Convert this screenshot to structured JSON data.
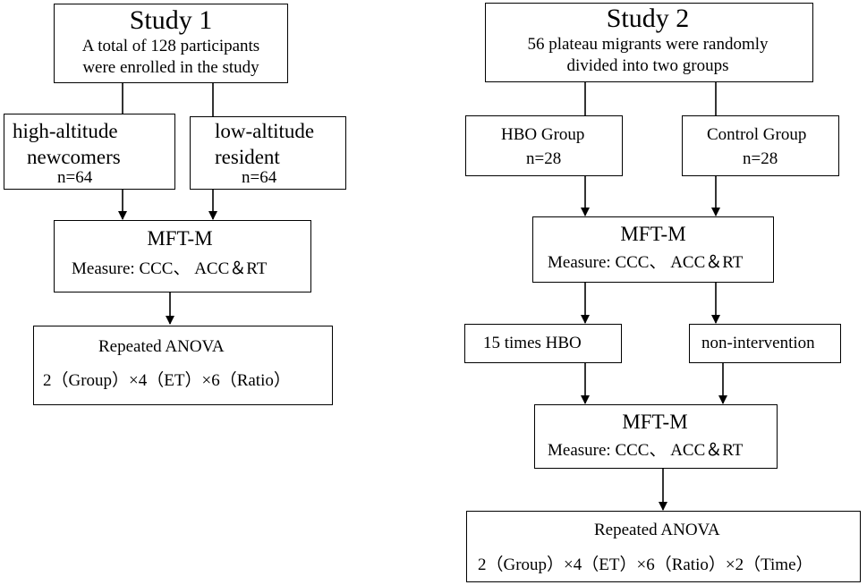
{
  "study1": {
    "title": "Study 1",
    "intro_line1": "A total of 128 participants",
    "intro_line2": "were enrolled in the study",
    "group_a_line1": "high-altitude",
    "group_a_line2": "newcomers",
    "group_a_n": "n=64",
    "group_b_line1": "low-altitude",
    "group_b_line2": "resident",
    "group_b_n": "n=64",
    "mft_title": "MFT-M",
    "mft_measure": "Measure: CCC、 ACC＆RT",
    "anova_title": "Repeated ANOVA",
    "anova_design": "2（Group）×4（ET）×6（Ratio）"
  },
  "study2": {
    "title": "Study 2",
    "intro_line1": "56 plateau migrants were randomly",
    "intro_line2": "divided into two groups",
    "group_a_label": "HBO Group",
    "group_a_n": "n=28",
    "group_b_label": "Control Group",
    "group_b_n": "n=28",
    "mft1_title": "MFT-M",
    "mft1_measure": "Measure: CCC、 ACC＆RT",
    "intervention_a": "15 times HBO",
    "intervention_b": "non-intervention",
    "mft2_title": "MFT-M",
    "mft2_measure": "Measure: CCC、 ACC＆RT",
    "anova_title": "Repeated ANOVA",
    "anova_design": "2（Group）×4（ET）×6（Ratio）×2（Time）"
  }
}
